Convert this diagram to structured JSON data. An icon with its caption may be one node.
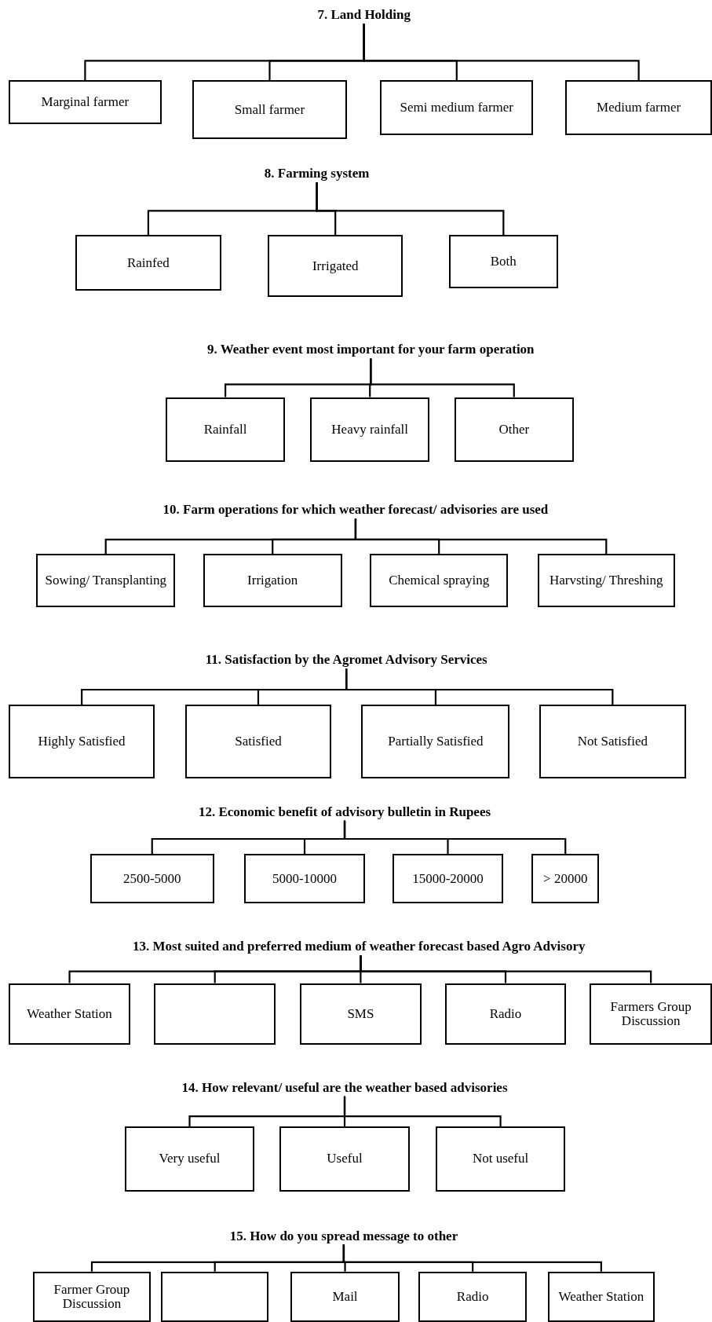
{
  "diagram": {
    "nodes": [
      {
        "text": [
          "7. Land Holding"
        ]
      },
      {
        "text": [
          "Marginal farmer"
        ]
      },
      {
        "text": [
          "Small farmer"
        ]
      },
      {
        "text": [
          "Semi medium farmer"
        ]
      },
      {
        "text": [
          "Medium farmer"
        ]
      },
      {
        "text": [
          "8. Farming system"
        ]
      },
      {
        "text": [
          "Rainfed"
        ]
      },
      {
        "text": [
          "Irrigated"
        ]
      },
      {
        "text": [
          "Both"
        ]
      },
      {
        "text": [
          "9. Weather event most important for your farm operation"
        ]
      },
      {
        "text": [
          "Rainfall"
        ]
      },
      {
        "text": [
          "Heavy rainfall"
        ]
      },
      {
        "text": [
          "Other"
        ]
      },
      {
        "text": [
          "10. Farm operations for which weather forecast/ advisories are used"
        ]
      },
      {
        "text": [
          "Sowing/ Transplanting"
        ]
      },
      {
        "text": [
          "Irrigation"
        ]
      },
      {
        "text": [
          "Chemical spraying"
        ]
      },
      {
        "text": [
          "Harvsting/ Threshing"
        ]
      },
      {
        "text": [
          "11. Satisfaction by the Agromet Advisory Services"
        ]
      },
      {
        "text": [
          "Highly Satisfied"
        ]
      },
      {
        "text": [
          "Satisfied"
        ]
      },
      {
        "text": [
          "Partially Satisfied"
        ]
      },
      {
        "text": [
          "Not Satisfied"
        ]
      },
      {
        "text": [
          "12. Economic benefit of advisory bulletin in Rupees"
        ]
      },
      {
        "text": [
          "2500-5000"
        ]
      },
      {
        "text": [
          "5000-10000"
        ]
      },
      {
        "text": [
          "15000-20000"
        ]
      },
      {
        "text": [
          "> 20000"
        ]
      },
      {
        "text": [
          "13. Most suited and preferred medium of weather forecast based Agro Advisory"
        ]
      },
      {
        "text": [
          "Weather Station"
        ]
      },
      {
        "text": [],
        "shape": "box"
      },
      {
        "text": [
          "SMS"
        ]
      },
      {
        "text": [
          "Radio"
        ]
      },
      {
        "text": [
          "Farmers Group Discussion"
        ]
      },
      {
        "text": [
          "14. How relevant/ useful are the weather based advisories"
        ]
      },
      {
        "text": [
          "Very useful"
        ]
      },
      {
        "text": [
          "Useful"
        ]
      },
      {
        "text": [
          "Not useful"
        ]
      },
      {
        "text": [
          "15. How do you spread message to other"
        ]
      },
      {
        "text": [
          "Farmer Group Discussion"
        ]
      },
      {
        "text": [],
        "shape": "box"
      },
      {
        "text": [
          "Mail"
        ]
      },
      {
        "text": [
          "Radio"
        ]
      },
      {
        "text": [
          "Weather Station"
        ]
      }
    ],
    "edges": [
      {
        "from": 0,
        "to": 1,
        "arrow": "none"
      },
      {
        "from": 0,
        "to": 2,
        "arrow": "none"
      },
      {
        "from": 0,
        "to": 3,
        "arrow": "none"
      },
      {
        "from": 0,
        "to": 4,
        "arrow": "none"
      },
      {
        "from": 5,
        "to": 6,
        "arrow": "none"
      },
      {
        "from": 5,
        "to": 7,
        "arrow": "none"
      },
      {
        "from": 5,
        "to": 8,
        "arrow": "none"
      },
      {
        "from": 9,
        "to": 10,
        "arrow": "none"
      },
      {
        "from": 9,
        "to": 11,
        "arrow": "none"
      },
      {
        "from": 9,
        "to": 12,
        "arrow": "none"
      },
      {
        "from": 13,
        "to": 14,
        "arrow": "none"
      },
      {
        "from": 13,
        "to": 15,
        "arrow": "none"
      },
      {
        "from": 13,
        "to": 16,
        "arrow": "none"
      },
      {
        "from": 13,
        "to": 17,
        "arrow": "none"
      },
      {
        "from": 18,
        "to": 19,
        "arrow": "none"
      },
      {
        "from": 18,
        "to": 20,
        "arrow": "none"
      },
      {
        "from": 18,
        "to": 21,
        "arrow": "none"
      },
      {
        "from": 18,
        "to": 22,
        "arrow": "none"
      },
      {
        "from": 23,
        "to": 24,
        "arrow": "none"
      },
      {
        "from": 23,
        "to": 25,
        "arrow": "none"
      },
      {
        "from": 23,
        "to": 26,
        "arrow": "none"
      },
      {
        "from": 23,
        "to": 27,
        "arrow": "none"
      },
      {
        "from": 28,
        "to": 29,
        "arrow": "none"
      },
      {
        "from": 28,
        "to": 30,
        "arrow": "none"
      },
      {
        "from": 28,
        "to": 31,
        "arrow": "none"
      },
      {
        "from": 28,
        "to": 32,
        "arrow": "none"
      },
      {
        "from": 28,
        "to": 33,
        "arrow": "none"
      },
      {
        "from": 34,
        "to": 35,
        "arrow": "none"
      },
      {
        "from": 34,
        "to": 36,
        "arrow": "none"
      },
      {
        "from": 34,
        "to": 37,
        "arrow": "none"
      },
      {
        "from": 38,
        "to": 39,
        "arrow": "none"
      },
      {
        "from": 38,
        "to": 40,
        "arrow": "none"
      },
      {
        "from": 38,
        "to": 41,
        "arrow": "none"
      },
      {
        "from": 38,
        "to": 42,
        "arrow": "none"
      },
      {
        "from": 38,
        "to": 43,
        "arrow": "none"
      }
    ]
  }
}
